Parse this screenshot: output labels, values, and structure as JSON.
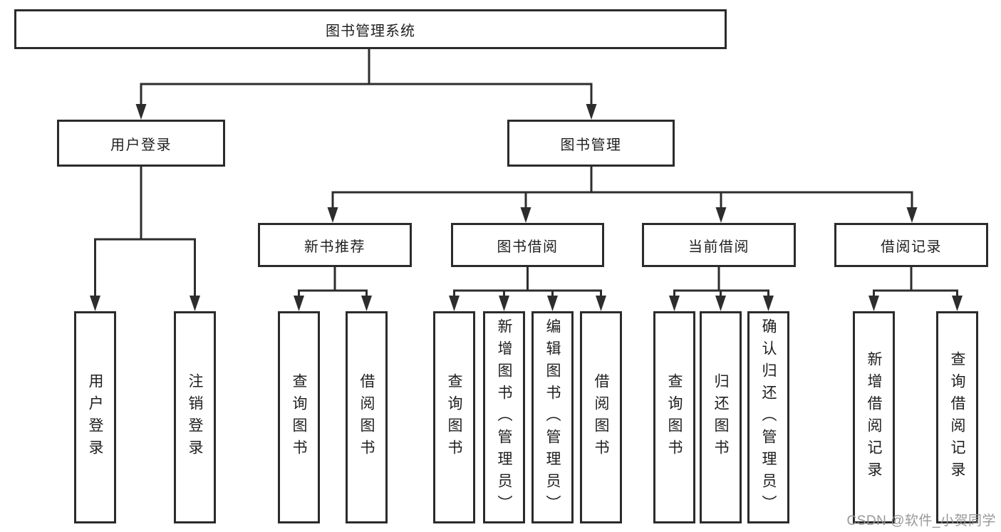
{
  "colors": {
    "line": "#2d2d2d",
    "border": "#2b2b2b",
    "text": "#1f1f1f",
    "watermark_gray": "#929292",
    "background": "#ffffff"
  },
  "watermark": {
    "text": "CSDN @软件_小贺同学"
  },
  "diagram": {
    "root": {
      "label": "图书管理系统"
    },
    "branches": [
      {
        "label": "用户登录",
        "children": [
          {
            "label": "用户登录"
          },
          {
            "label": "注销登录"
          }
        ]
      },
      {
        "label": "图书管理",
        "children": [
          {
            "label": "新书推荐",
            "children": [
              {
                "label": "查询图书"
              },
              {
                "label": "借阅图书"
              }
            ]
          },
          {
            "label": "图书借阅",
            "children": [
              {
                "label": "查询图书"
              },
              {
                "label": "新增图书（管理员）"
              },
              {
                "label": "编辑图书（管理员）"
              },
              {
                "label": "借阅图书"
              }
            ]
          },
          {
            "label": "当前借阅",
            "children": [
              {
                "label": "查询图书"
              },
              {
                "label": "归还图书"
              },
              {
                "label": "确认归还（管理员）"
              }
            ]
          },
          {
            "label": "借阅记录",
            "children": [
              {
                "label": "新增借阅记录"
              },
              {
                "label": "查询借阅记录"
              }
            ]
          }
        ]
      }
    ]
  }
}
